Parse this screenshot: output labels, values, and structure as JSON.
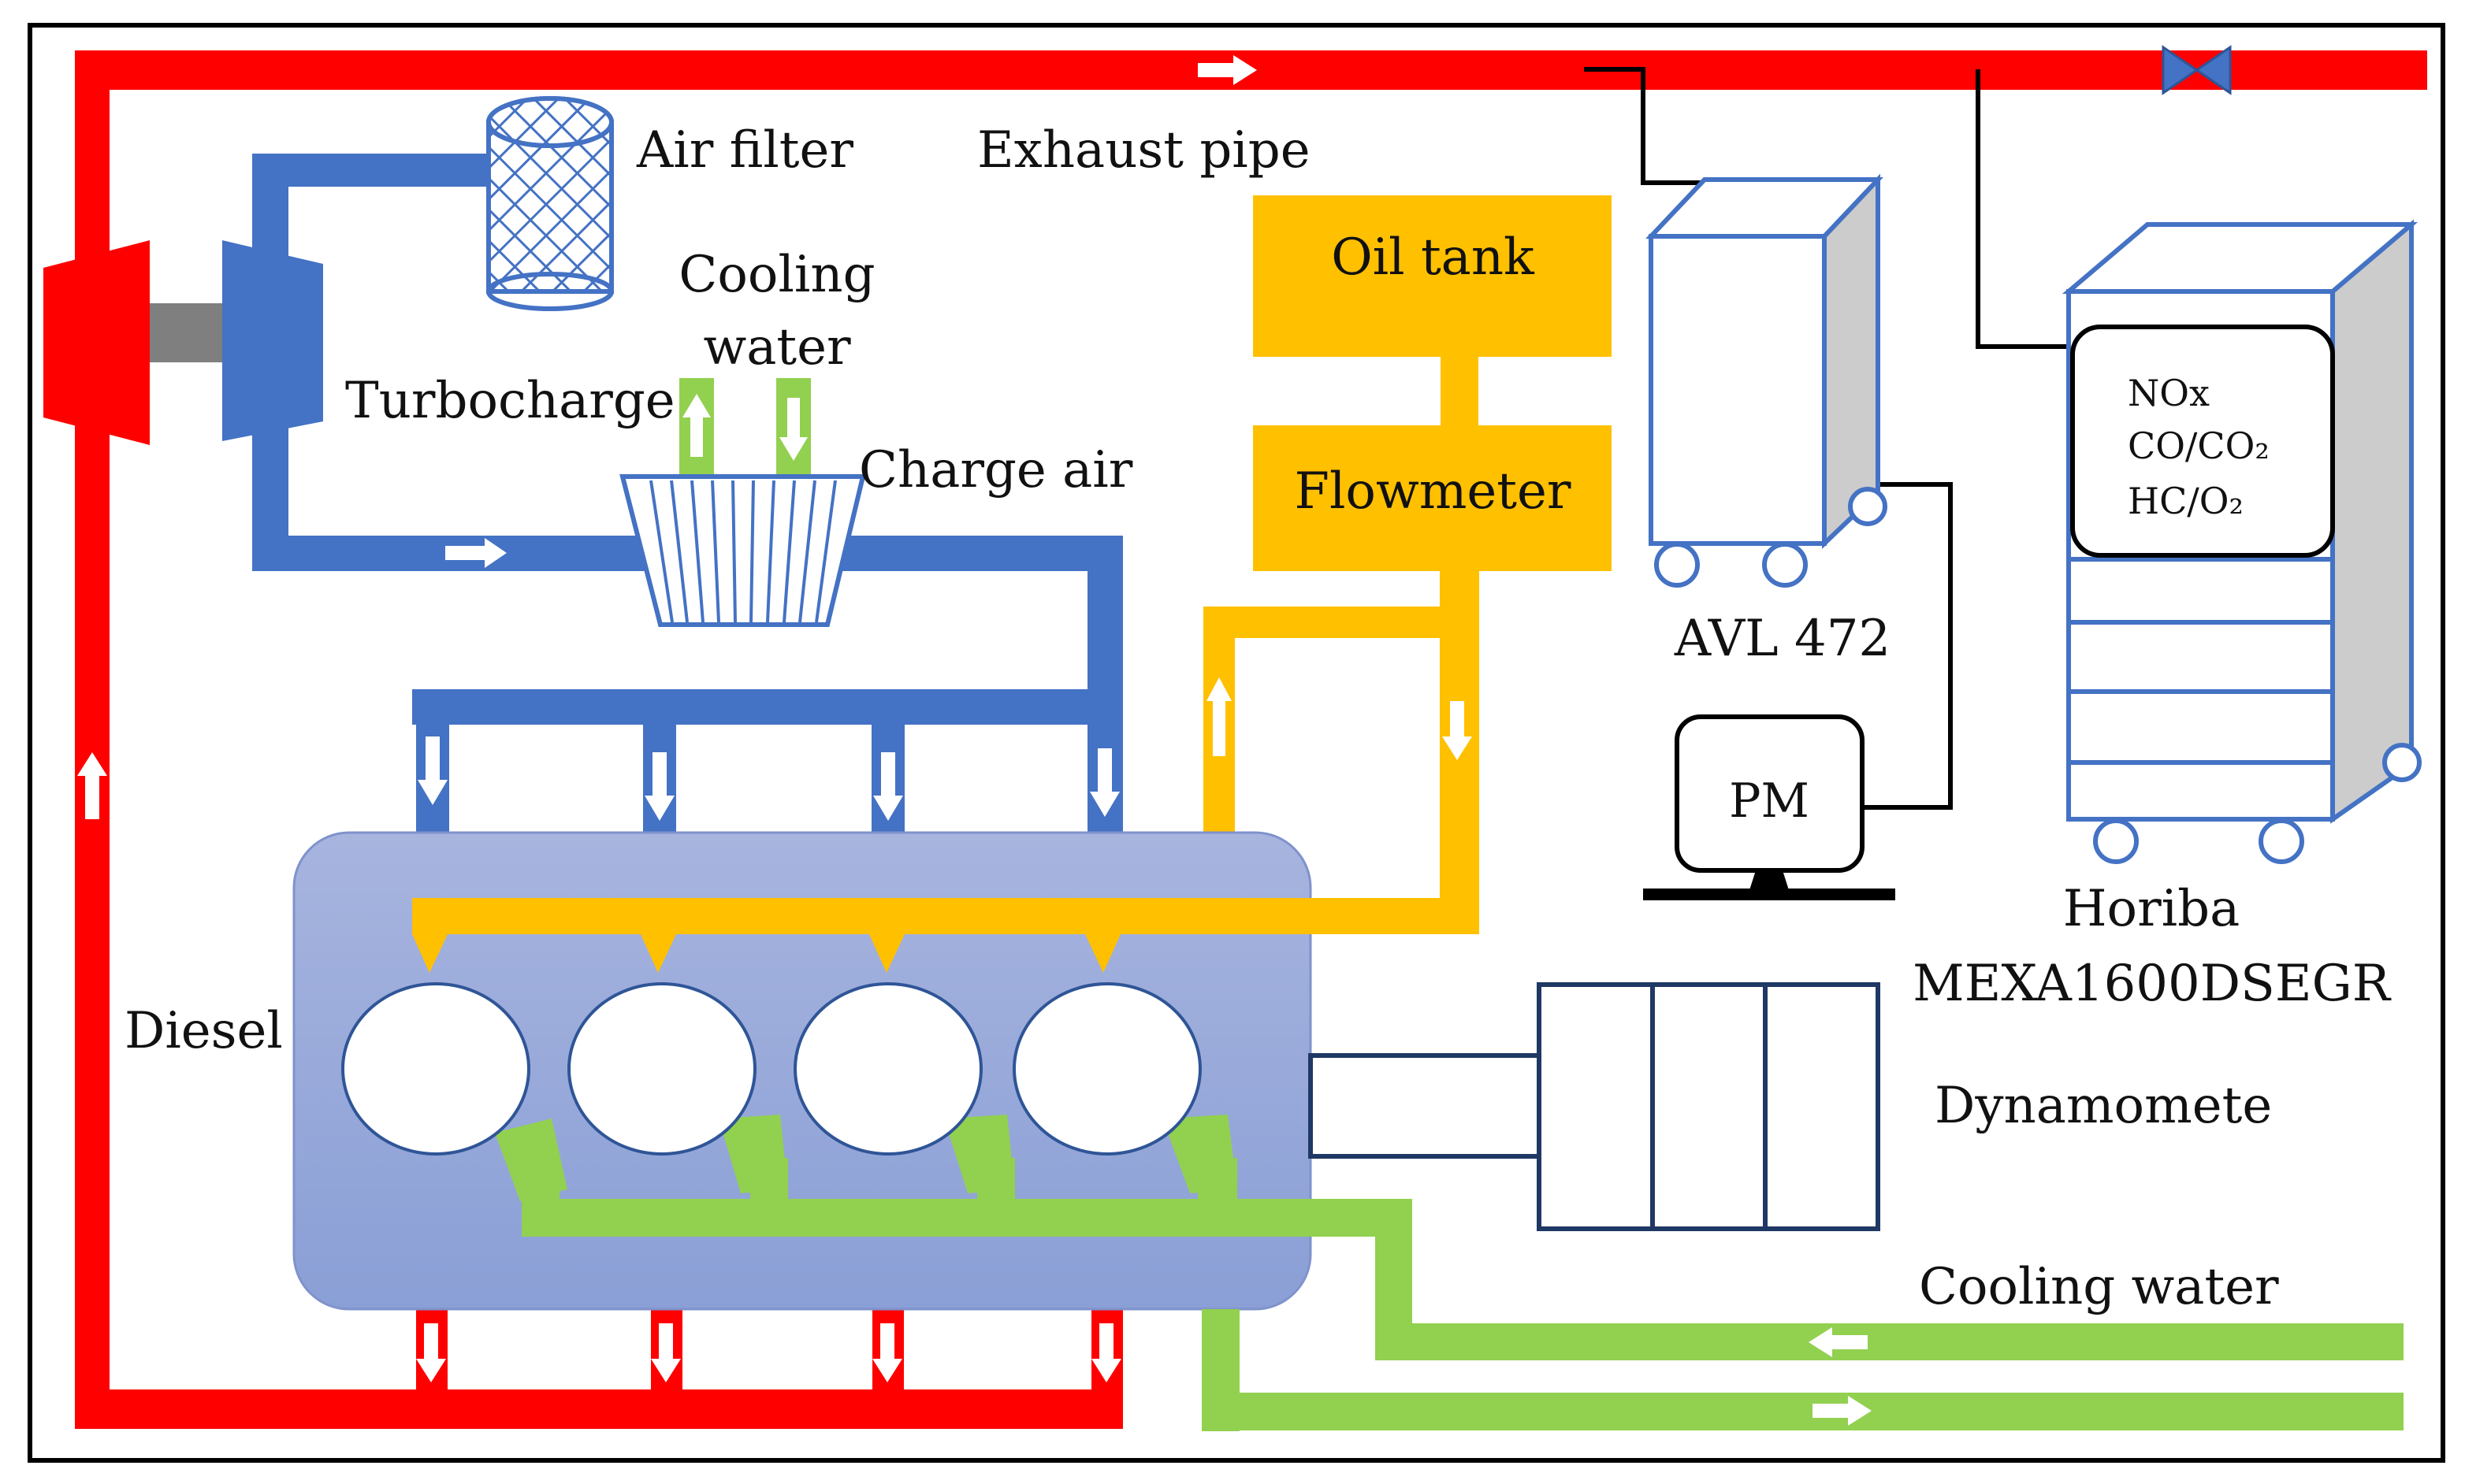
{
  "labels": {
    "air_filter": "Air filter",
    "exhaust_pipe": "Exhaust pipe",
    "cooling_water_top_line1": "Cooling",
    "cooling_water_top_line2": "water",
    "turbocharge": "Turbocharge",
    "charge_air": "Charge air",
    "oil_tank": "Oil tank",
    "flowmeter": "Flowmeter",
    "avl": "AVL 472",
    "pm": "PM",
    "horiba_line1": "Horiba",
    "horiba_line2": "MEXA1600DSEGR",
    "gas_nox": "NOx",
    "gas_co_co2": "CO/CO₂",
    "gas_hc_o2": "HC/O₂",
    "diesel": "Diesel",
    "dynamometer": "Dynamomete",
    "cooling_water_bottom": "Cooling water"
  },
  "colors": {
    "exhaust": "#ff0000",
    "intake": "#4472c4",
    "fuel": "#ffc000",
    "coolant": "#92d050",
    "engine_top": "#a7b4de",
    "engine_bottom": "#8a9fd6",
    "cabinet_side": "#cccccc",
    "turbo_shaft": "#7f7f7f",
    "dyno_frame": "#1f3864",
    "valve": "#4472c4",
    "line_black": "#000000"
  },
  "icons": {
    "air_filter": "mesh-cylinder-icon",
    "charge_air_cooler": "striped-trapezoid-icon",
    "valve": "bowtie-valve-icon",
    "avl": "cabinet-on-wheels-icon",
    "pm": "monitor-icon",
    "horiba": "rack-cabinet-icon",
    "flow_arrow": "white-arrow-icon"
  }
}
